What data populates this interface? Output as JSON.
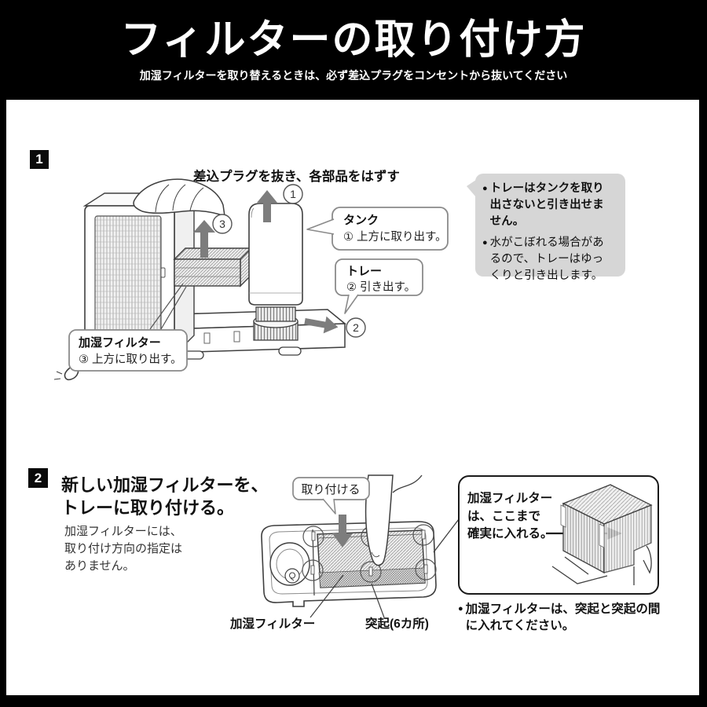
{
  "header": {
    "title": "フィルターの取り付け方",
    "subtitle": "加湿フィルターを取り替えるときは、必ず差込プラグをコンセントから抜いてください"
  },
  "step1": {
    "badge": "1",
    "heading": "差込プラグを抜き、各部品をはずす",
    "callouts": {
      "tank": {
        "title": "タンク",
        "body": "① 上方に取り出す。"
      },
      "tray": {
        "title": "トレー",
        "body": "② 引き出す。"
      },
      "filter": {
        "title": "加湿フィルター",
        "body": "③ 上方に取り出す。"
      }
    },
    "marks": {
      "n1": "1",
      "n2": "2",
      "n3": "3"
    },
    "notes": {
      "bullet": "●",
      "note1": "トレーはタンクを取り\n出さないと引き出せま\nせん。",
      "note2": "水がこぼれる場合があ\nるので、トレーはゆっ\nくりと引き出します。"
    }
  },
  "step2": {
    "badge": "2",
    "heading": "新しい加湿フィルターを、\nトレーに取り付ける。",
    "body": "加湿フィルターには、\n取り付け方向の指定は\nありません。",
    "callout_attach": "取り付ける",
    "label_filter": "加湿フィルター",
    "label_knobs": "突起(6カ所)",
    "inset": {
      "note": "加湿フィルター\nは、ここまで\n確実に入れる。"
    },
    "bullet": "●",
    "bullet_note": "加湿フィルターは、突起と突起の間\nに入れてください。"
  },
  "colors": {
    "band": "#000000",
    "note_box": "#d6d6d6",
    "arrow_gray": "#7d7d7d",
    "line_art": "#3f3f3f",
    "callout_border": "#8a8a8a"
  }
}
